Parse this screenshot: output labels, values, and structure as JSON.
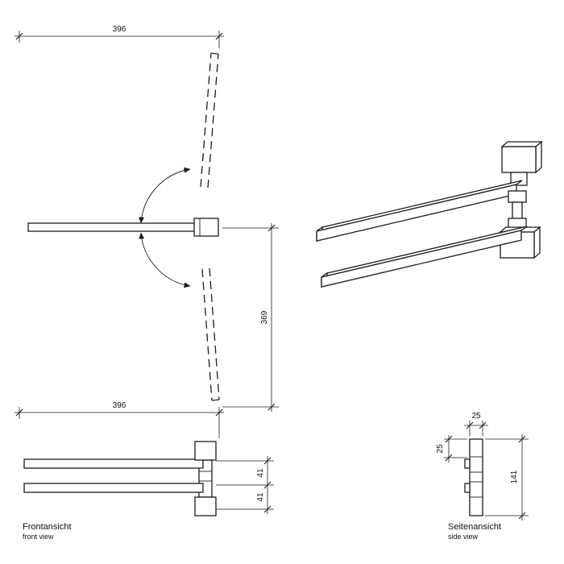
{
  "labels": {
    "front_title": "Frontansicht",
    "front_subtitle": "front view",
    "side_title": "Seitenansicht",
    "side_subtitle": "side view"
  },
  "dims": {
    "front_width_top": "396",
    "swing_height": "369",
    "front_width_bottom": "396",
    "bar_gap_upper": "41",
    "bar_gap_lower": "41",
    "side_depth": "25",
    "side_top": "25",
    "side_height": "141"
  },
  "colors": {
    "line": "#1c1c1c",
    "background": "#ffffff"
  }
}
